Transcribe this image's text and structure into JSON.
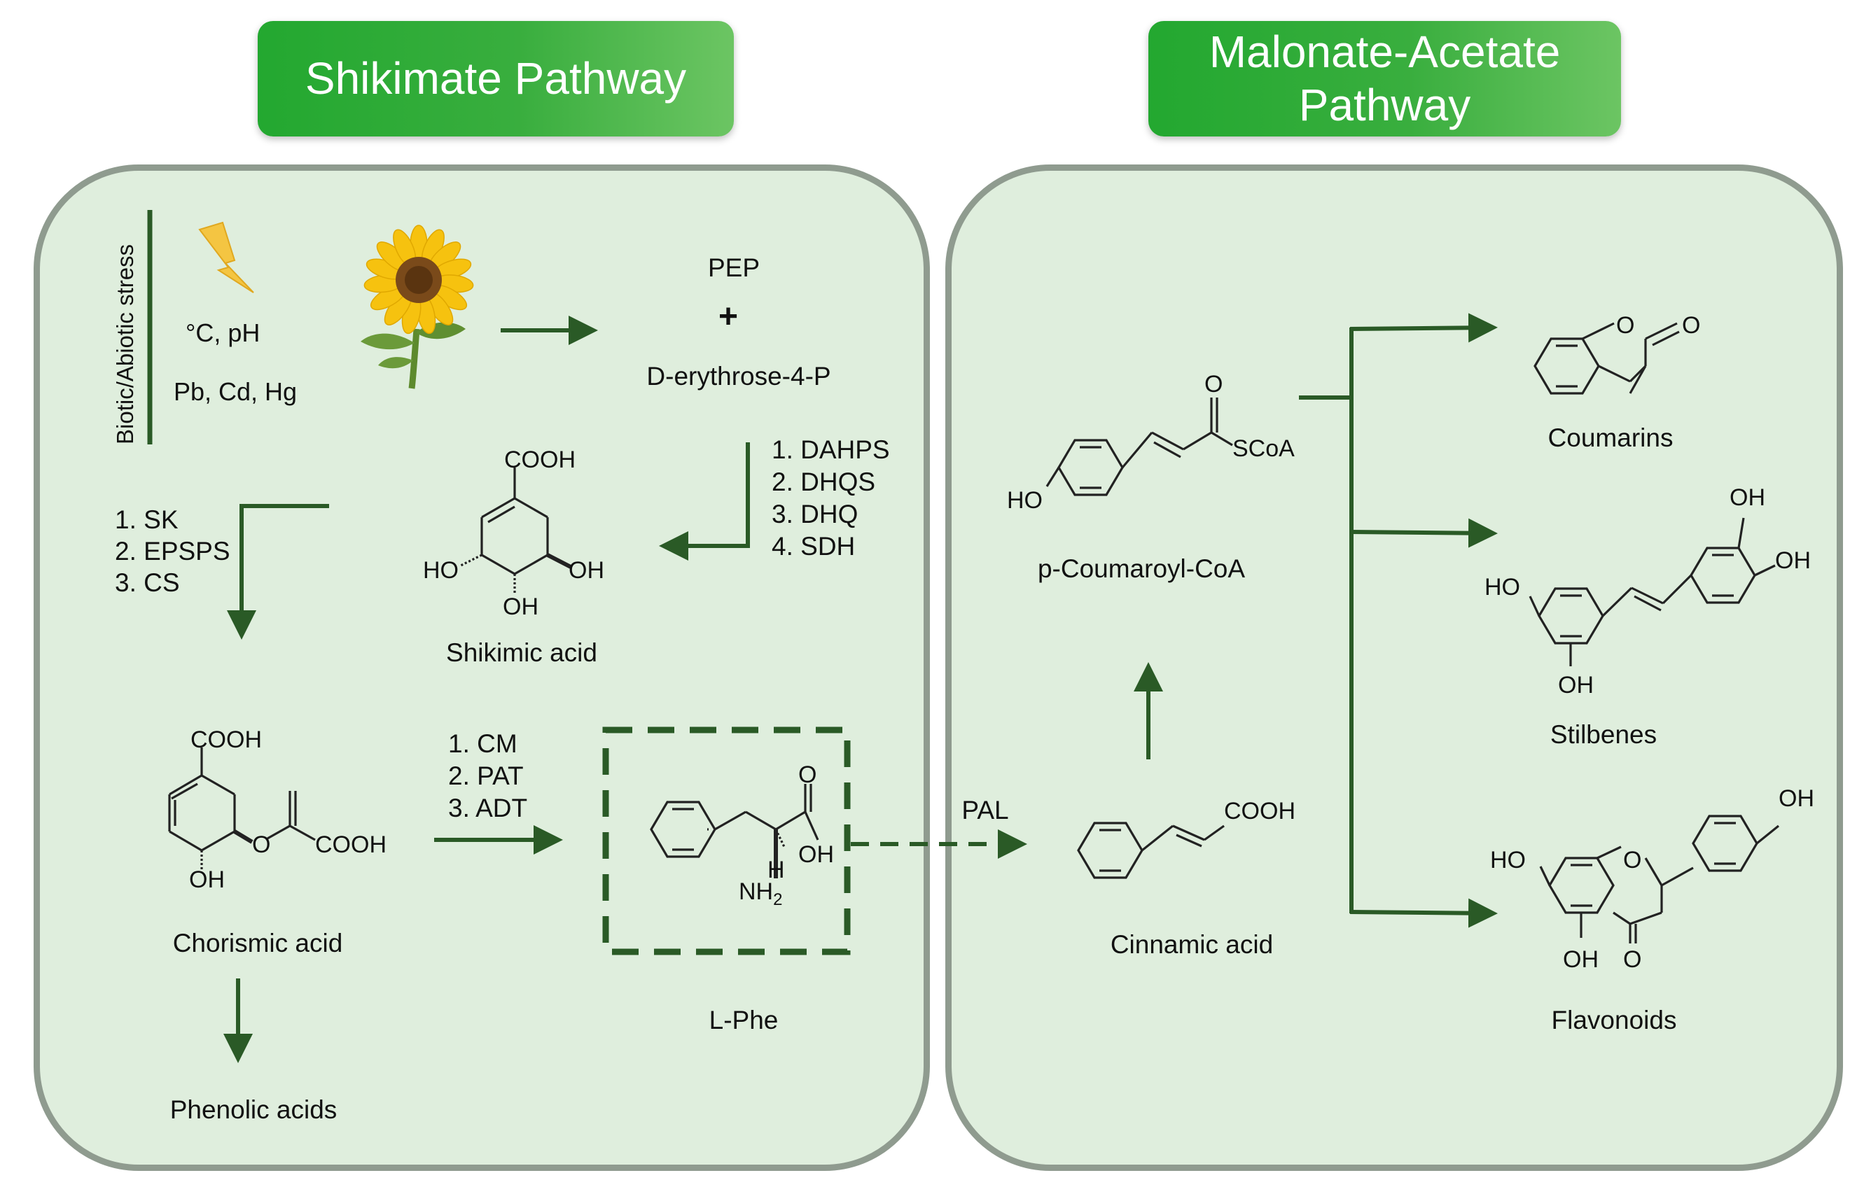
{
  "headers": {
    "shikimate": "Shikimate Pathway",
    "malonate_line1": "Malonate-Acetate",
    "malonate_line2": "Pathway"
  },
  "stress": {
    "title": "Biotic/Abiotic stress",
    "factor_temp_ph": "°C, pH",
    "factor_metals": "Pb, Cd, Hg"
  },
  "precursors": {
    "pep": "PEP",
    "plus": "+",
    "erythrose": "D-erythrose-4-P"
  },
  "enzymes_dahps": [
    "1. DAHPS",
    "2. DHQS",
    "3. DHQ",
    "4. SDH"
  ],
  "enzymes_sk": [
    "1. SK",
    "2. EPSPS",
    "3. CS"
  ],
  "enzymes_cm": [
    "1. CM",
    "2. PAT",
    "3. ADT"
  ],
  "enzyme_pal": "PAL",
  "compounds": {
    "shikimic": "Shikimic acid",
    "chorismic": "Chorismic acid",
    "phenolic": "Phenolic acids",
    "lphe": "L-Phe",
    "cinnamic": "Cinnamic acid",
    "coumaroyl": "p-Coumaroyl-CoA",
    "coumarins": "Coumarins",
    "stilbenes": "Stilbenes",
    "flavonoids": "Flavonoids"
  },
  "atoms": {
    "cooh": "COOH",
    "oh": "OH",
    "ho": "HO",
    "o": "O",
    "h": "H",
    "nh2": "NH",
    "nh2_sub": "2",
    "scoa": "SCoA"
  },
  "colors": {
    "panel_fill": "#dfeedd",
    "panel_border": "#8f9b8f",
    "header_green": "#23a830",
    "arrow_green": "#2a5a26"
  },
  "icons": [
    "lightning-icon",
    "sunflower-icon"
  ]
}
